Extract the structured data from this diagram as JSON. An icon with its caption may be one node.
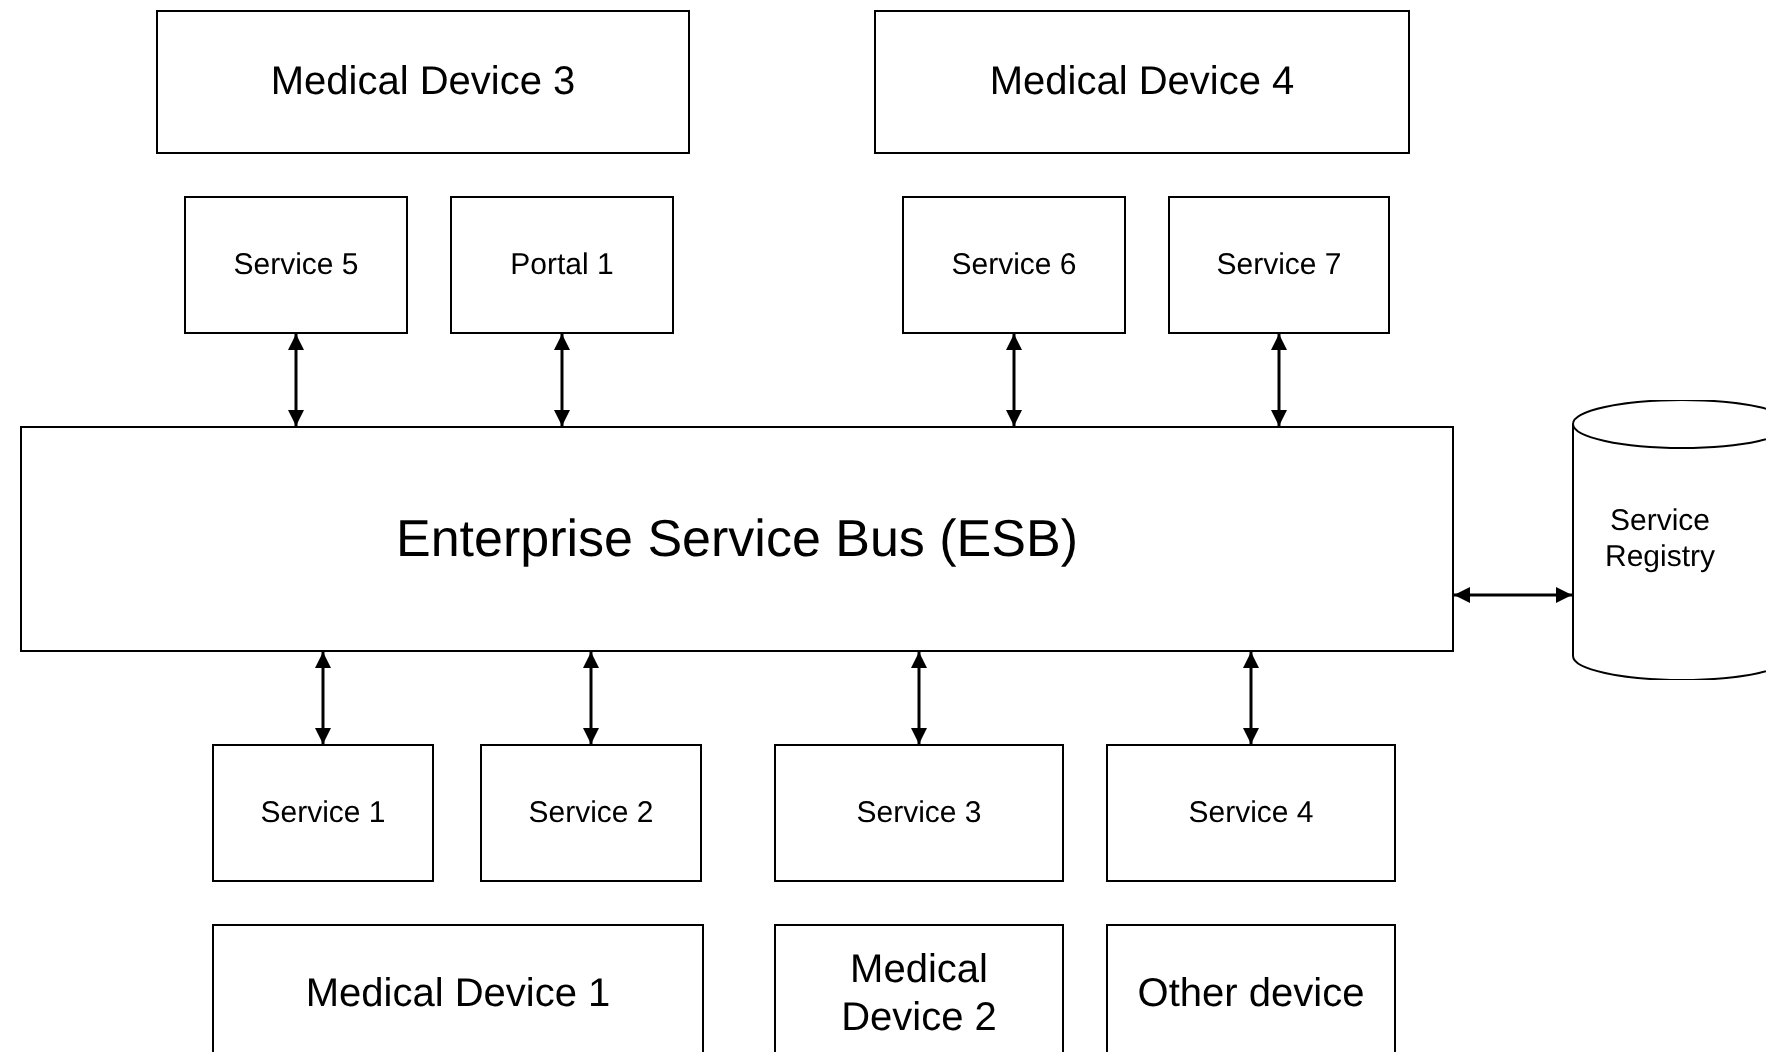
{
  "diagram": {
    "nodes": [
      {
        "text": [
          "Medical Device 3"
        ]
      },
      {
        "text": [
          "Medical Device 4"
        ]
      },
      {
        "text": [
          "Service 5"
        ]
      },
      {
        "text": [
          "Portal 1"
        ]
      },
      {
        "text": [
          "Service 6"
        ]
      },
      {
        "text": [
          "Service 7"
        ]
      },
      {
        "text": [
          "Enterprise Service Bus (ESB)"
        ]
      },
      {
        "text": [
          "Service Registry"
        ]
      },
      {
        "text": [
          "Service 1"
        ]
      },
      {
        "text": [
          "Service 2"
        ]
      },
      {
        "text": [
          "Service 3"
        ]
      },
      {
        "text": [
          "Service 4"
        ]
      },
      {
        "text": [
          "Medical Device 1"
        ]
      },
      {
        "text": [
          "Medical Device 2"
        ]
      },
      {
        "text": [
          "Other device"
        ]
      }
    ],
    "edges": [
      {
        "from": 6,
        "to": 2,
        "arrow": "both"
      },
      {
        "from": 6,
        "to": 3,
        "arrow": "both"
      },
      {
        "from": 6,
        "to": 4,
        "arrow": "both"
      },
      {
        "from": 6,
        "to": 5,
        "arrow": "both"
      },
      {
        "from": 6,
        "to": 7,
        "arrow": "both"
      },
      {
        "from": 6,
        "to": 8,
        "arrow": "both"
      },
      {
        "from": 6,
        "to": 9,
        "arrow": "both"
      },
      {
        "from": 6,
        "to": 10,
        "arrow": "both"
      },
      {
        "from": 6,
        "to": 11,
        "arrow": "both"
      }
    ]
  }
}
